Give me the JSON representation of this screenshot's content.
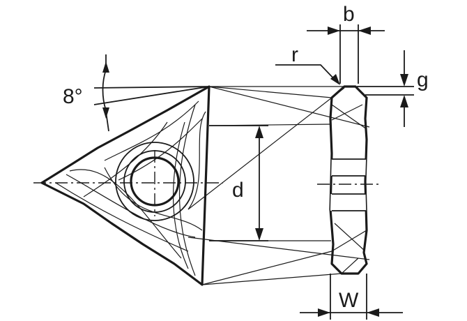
{
  "diagram": {
    "labels": {
      "angle": "8°",
      "radius": "r",
      "width_b": "b",
      "depth_g": "g",
      "inscribed_d": "d",
      "width_w": "W"
    },
    "colors": {
      "insert_fill": "#f1cf45",
      "outline": "#1a1a1a",
      "background": "#ffffff"
    }
  }
}
